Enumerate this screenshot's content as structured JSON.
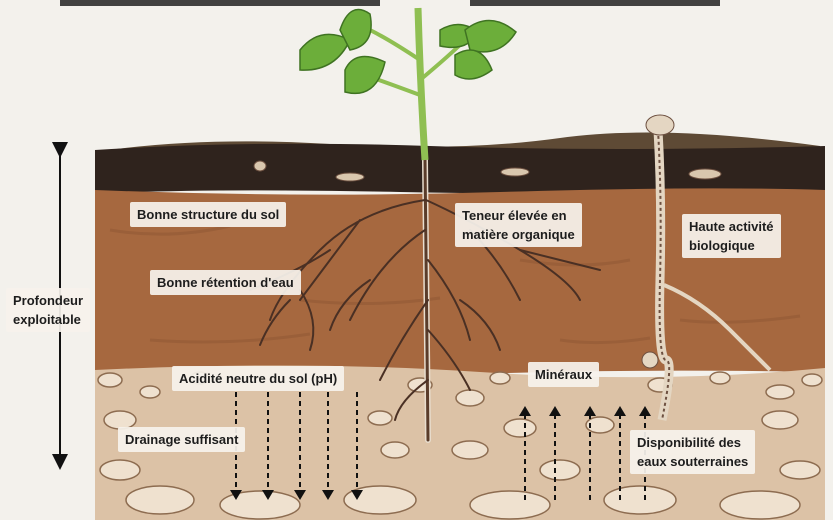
{
  "labels": {
    "structure": "Bonne structure du sol",
    "retention": "Bonne rétention d'eau",
    "organic_line1": "Teneur élevée en",
    "organic_line2": "matière organique",
    "biological_line1": "Haute activité",
    "biological_line2": "biologique",
    "depth_line1": "Profondeur",
    "depth_line2": "exploitable",
    "ph": "Acidité neutre du sol (pH)",
    "minerals": "Minéraux",
    "drainage": "Drainage suffisant",
    "groundwater_line1": "Disponibilité des",
    "groundwater_line2": "eaux souterraines"
  },
  "colors": {
    "topsoil": "#2f231d",
    "soil": "#a6683f",
    "subsoil": "#dcc2a6",
    "root": "#4a3024",
    "leaf": "#6cae3a",
    "label_bg": "#f6f2ec"
  }
}
